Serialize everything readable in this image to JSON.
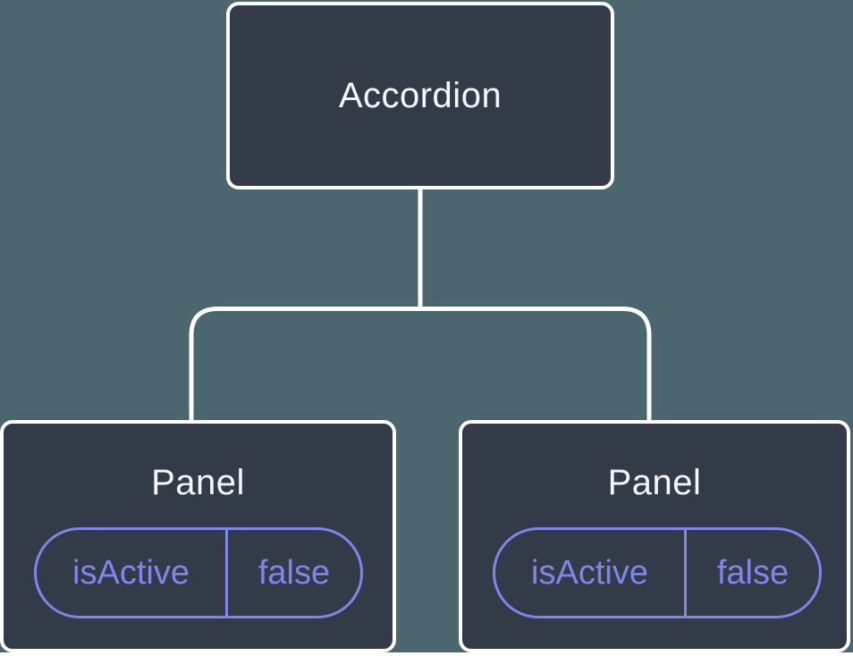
{
  "colors": {
    "background": "#4c6670",
    "node_fill": "#343b48",
    "node_border": "#ffffff",
    "connector_line": "#ffffff",
    "accent_purple": "#7f86eb",
    "label_text": "#f5f6f7"
  },
  "tree": {
    "root": {
      "label": "Accordion"
    },
    "children": [
      {
        "label": "Panel",
        "state": {
          "name": "isActive",
          "value": "false"
        }
      },
      {
        "label": "Panel",
        "state": {
          "name": "isActive",
          "value": "false"
        }
      }
    ]
  }
}
